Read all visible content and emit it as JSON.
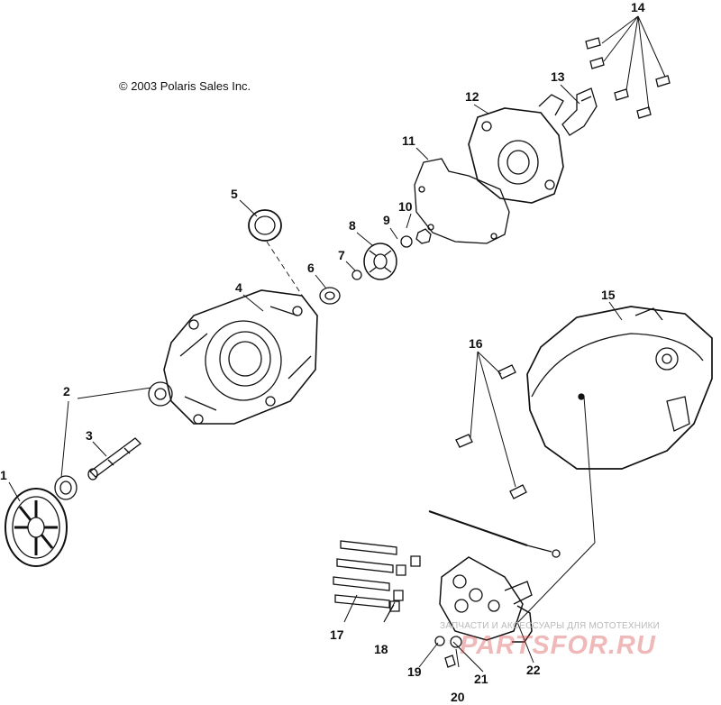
{
  "copyright": "© 2003 Polaris Sales Inc.",
  "callouts": [
    "1",
    "2",
    "3",
    "4",
    "5",
    "6",
    "7",
    "8",
    "9",
    "10",
    "11",
    "12",
    "13",
    "14",
    "15",
    "16",
    "17",
    "18",
    "19",
    "20",
    "21",
    "22"
  ],
  "watermark": {
    "tagline": "ЗАПЧАСТИ И АКСЕССУАРЫ ДЛЯ МОТОТЕХНИКИ",
    "logo": "PARTSFOR.RU"
  }
}
